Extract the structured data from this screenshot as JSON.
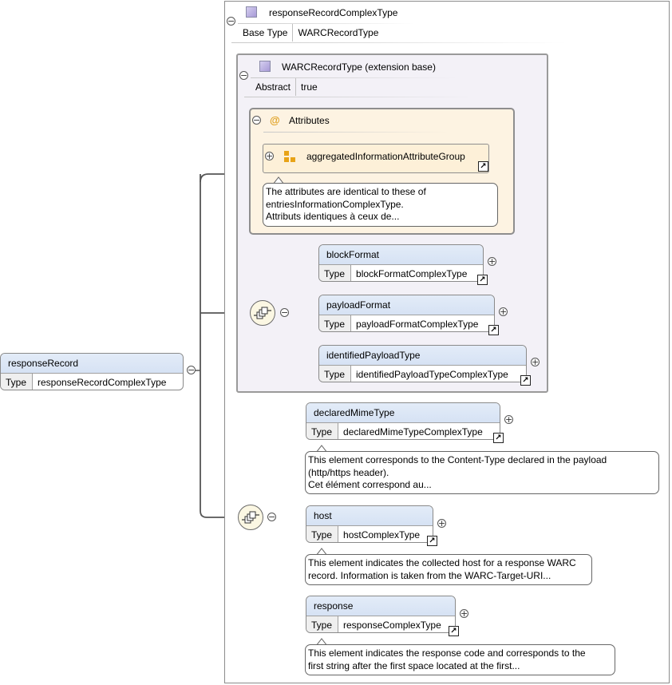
{
  "root_element": {
    "name": "responseRecord",
    "type_label": "Type",
    "type_value": "responseRecordComplexType"
  },
  "complex_type": {
    "name": "responseRecordComplexType",
    "base_type_label": "Base Type",
    "base_type_value": "WARCRecordType"
  },
  "extension": {
    "name": "WARCRecordType (extension base)",
    "abstract_label": "Abstract",
    "abstract_value": "true"
  },
  "attributes": {
    "title": "Attributes",
    "at_symbol": "@",
    "group_name": "aggregatedInformationAttributeGroup",
    "note": [
      "The attributes are identical to these of",
      "entriesInformationComplexType.",
      "Attributs identiques à ceux de..."
    ]
  },
  "sequence1": [
    {
      "name": "blockFormat",
      "type_label": "Type",
      "type_value": "blockFormatComplexType"
    },
    {
      "name": "payloadFormat",
      "type_label": "Type",
      "type_value": "payloadFormatComplexType"
    },
    {
      "name": "identifiedPayloadType",
      "type_label": "Type",
      "type_value": "identifiedPayloadTypeComplexType"
    }
  ],
  "sequence2": [
    {
      "name": "declaredMimeType",
      "type_label": "Type",
      "type_value": "declaredMimeTypeComplexType",
      "note": [
        "This element corresponds to the Content-Type declared in the payload",
        "(http/https header).",
        "Cet élément correspond au..."
      ]
    },
    {
      "name": "host",
      "type_label": "Type",
      "type_value": "hostComplexType",
      "note": [
        "This element indicates the collected host for a response WARC",
        "record. Information is taken from the WARC-Target-URI..."
      ]
    },
    {
      "name": "response",
      "type_label": "Type",
      "type_value": "responseComplexType",
      "note": [
        "This element indicates the response code and corresponds to the",
        "first string after the first space located at the first..."
      ]
    }
  ],
  "symbols": {
    "collapse": "−",
    "expand": "+",
    "jump": "↗",
    "sequence": "⋯"
  },
  "colors": {
    "element_header": "#d6e2f4",
    "extension_bg": "#f3f1f7",
    "attributes_bg": "#fdf3e2",
    "compositor_bg": "#fbf7e3",
    "group_icon": "#e8a317"
  }
}
